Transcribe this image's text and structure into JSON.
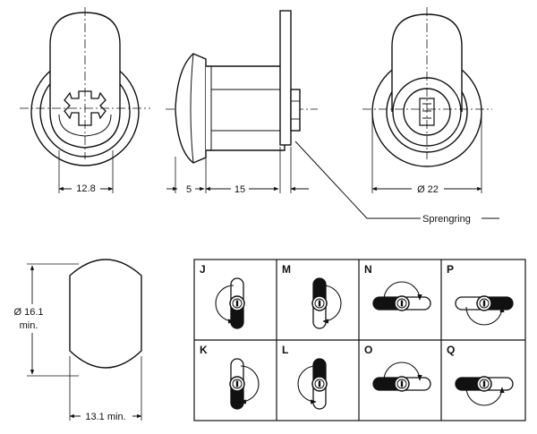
{
  "dimensions": {
    "front_width": "12.8",
    "flange": "5",
    "body_length": "15",
    "key_face_diameter": "Ø 22",
    "cutout_diameter": "Ø 16.1",
    "cutout_diameter_note": "min.",
    "cutout_width": "13.1 min."
  },
  "callout": {
    "label": "Sprengring"
  },
  "cam_positions": [
    {
      "letter": "J"
    },
    {
      "letter": "M"
    },
    {
      "letter": "N"
    },
    {
      "letter": "P"
    },
    {
      "letter": "K"
    },
    {
      "letter": "L"
    },
    {
      "letter": "O"
    },
    {
      "letter": "Q"
    }
  ]
}
